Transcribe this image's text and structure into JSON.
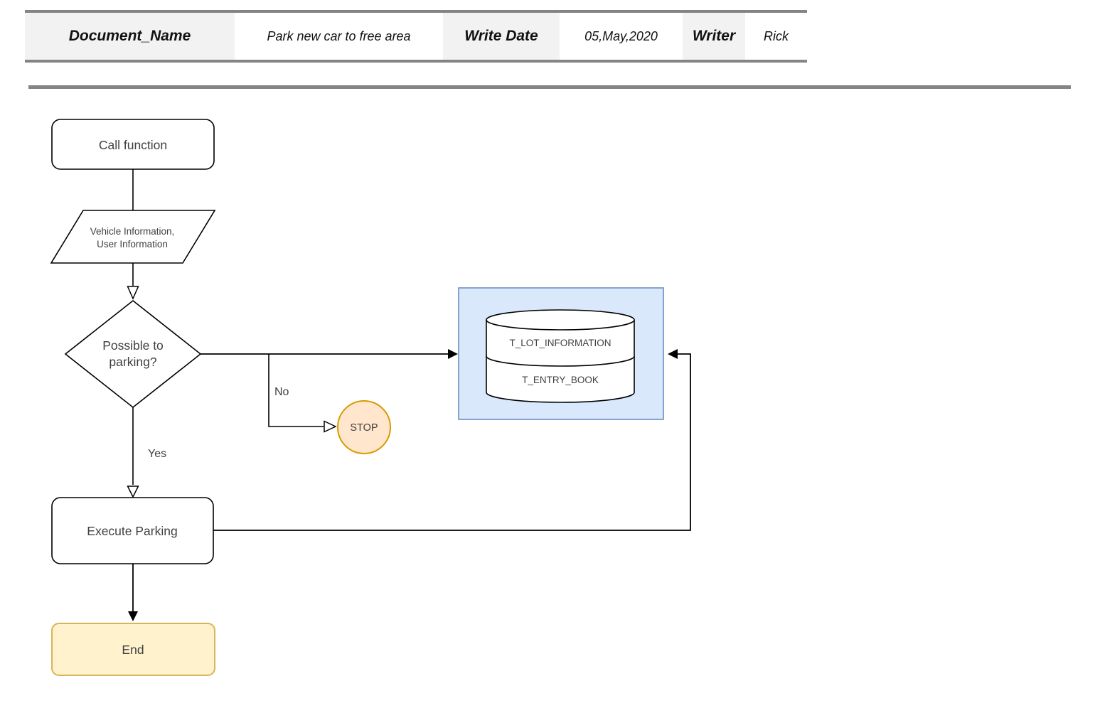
{
  "header": {
    "fields": [
      {
        "label": "Document_Name",
        "value": "Park new car to free area"
      },
      {
        "label": "Write Date",
        "value": "05,May,2020"
      },
      {
        "label": "Writer",
        "value": "Rick"
      }
    ]
  },
  "flowchart": {
    "nodes": {
      "call_function": {
        "label": "Call function"
      },
      "input_data": {
        "line1": "Vehicle Information,",
        "line2": "User Information"
      },
      "decision": {
        "line1": "Possible to",
        "line2": "parking?"
      },
      "stop": {
        "label": "STOP"
      },
      "database": {
        "table1": "T_LOT_INFORMATION",
        "table2": "T_ENTRY_BOOK"
      },
      "execute_parking": {
        "label": "Execute Parking"
      },
      "end": {
        "label": "End"
      }
    },
    "edges": {
      "yes_label": "Yes",
      "no_label": "No"
    },
    "colors": {
      "shape_stroke": "#000000",
      "stop_fill": "#ffe6cc",
      "stop_stroke": "#d79b00",
      "db_container_fill": "#dae8fc",
      "db_container_stroke": "#6c8ebf",
      "end_fill": "#fff2cc",
      "end_stroke": "#d6b656"
    }
  }
}
